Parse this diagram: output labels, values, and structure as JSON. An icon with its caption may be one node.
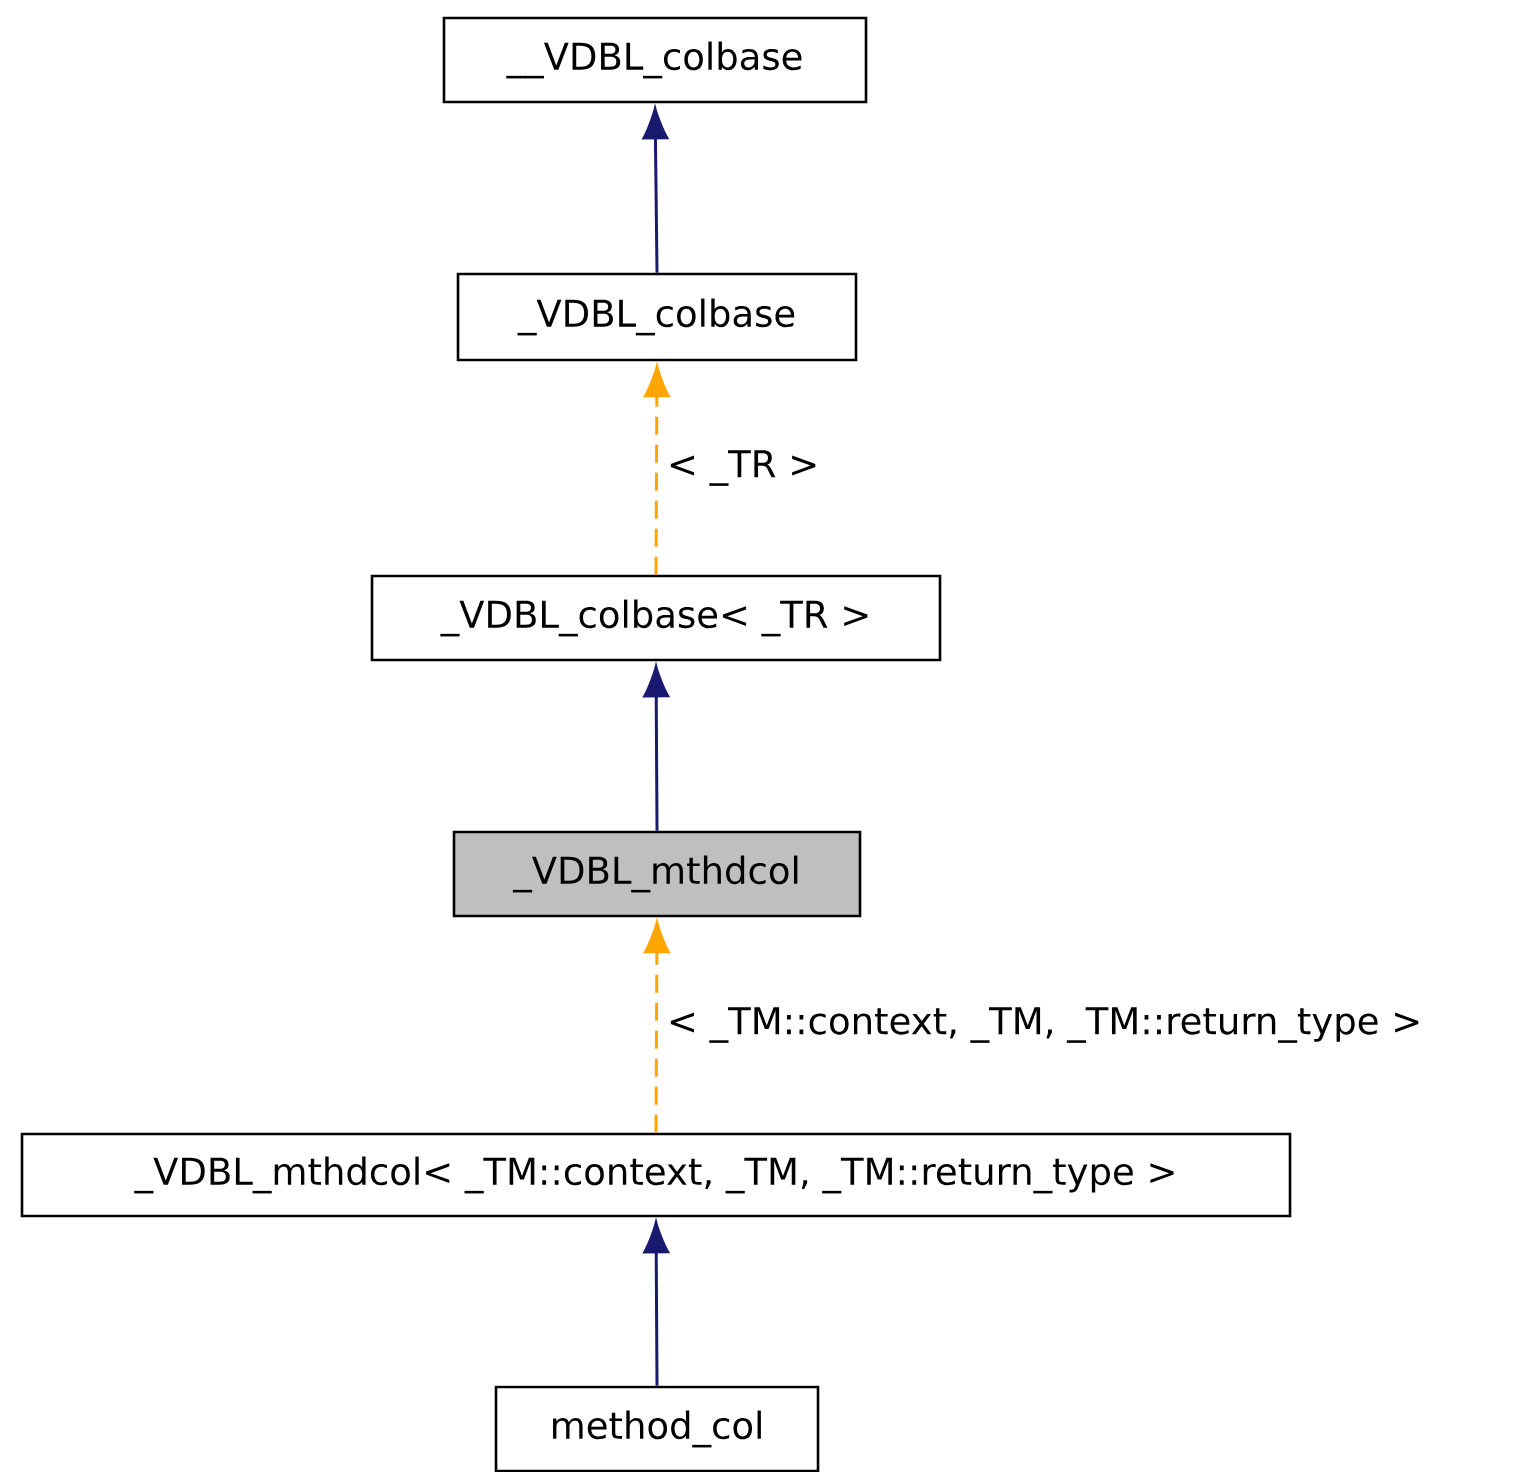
{
  "diagram": {
    "nodes": [
      {
        "text": [
          "__VDBL_colbase"
        ]
      },
      {
        "text": [
          "_VDBL_colbase"
        ]
      },
      {
        "text": [
          "_VDBL_colbase< _TR >"
        ]
      },
      {
        "text": [
          "_VDBL_mthdcol"
        ]
      },
      {
        "text": [
          "_VDBL_mthdcol< _TM::context, _TM, _TM::return_type >"
        ]
      },
      {
        "text": [
          "method_col"
        ]
      }
    ],
    "edges": [
      {
        "from": 1,
        "to": 0,
        "arrow": "to"
      },
      {
        "from": 2,
        "to": 1,
        "arrow": "to",
        "label": "< _TR >",
        "style": "dashed",
        "color": "#ffa500"
      },
      {
        "from": 3,
        "to": 2,
        "arrow": "to"
      },
      {
        "from": 4,
        "to": 3,
        "arrow": "to",
        "label": "< _TM::context, _TM, _TM::return_type >",
        "style": "dashed",
        "color": "#ffa500"
      },
      {
        "from": 5,
        "to": 4,
        "arrow": "to"
      }
    ]
  }
}
